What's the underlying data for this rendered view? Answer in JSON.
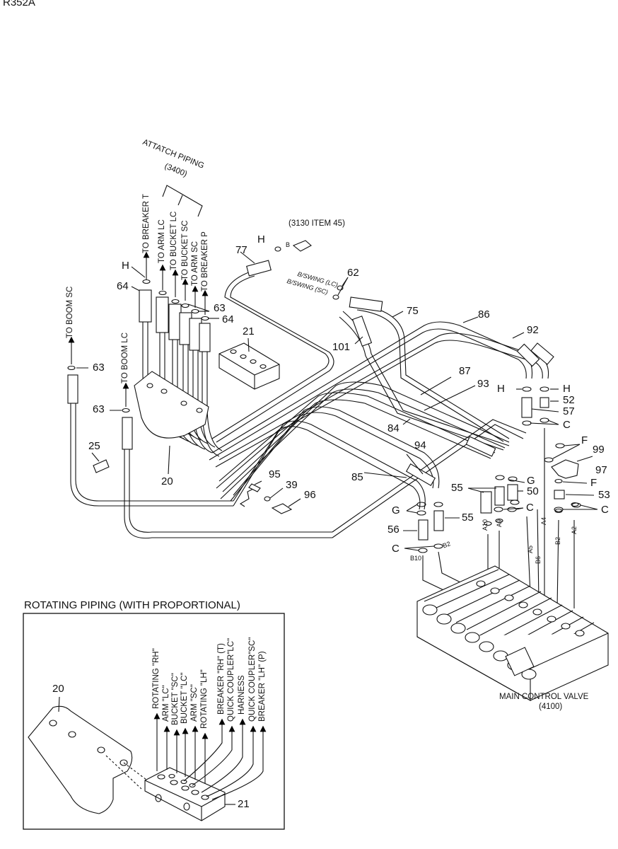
{
  "header": {
    "model": "R352A",
    "title_fragment": ""
  },
  "attach_piping": {
    "title": "ATTATCH PIPING",
    "ref": "(3400)"
  },
  "ref_3130": "(3130 ITEM 45)",
  "vertical_labels": {
    "to_breaker_t": "TO BREAKER T",
    "to_arm_lc": "TO ARM LC",
    "to_bucket_lc": "TO BUCKET LC",
    "to_bucket_sc": "TO BUCKET SC",
    "to_arm_sc": "TO ARM SC",
    "to_breaker_p": "TO BREAKER P",
    "to_boom_sc": "TO BOOM SC",
    "to_boom_lc": "TO BOOM LC"
  },
  "swing_labels": {
    "b_swing_lc": "B/SWING (LC)",
    "b_swing_sc": "B/SWING (SC)"
  },
  "callouts": {
    "n77": "77",
    "h1": "H",
    "b_small": "B",
    "n62": "62",
    "n75": "75",
    "n86": "86",
    "n92": "92",
    "h_left": "H",
    "n64a": "64",
    "n63a": "63",
    "n64b": "64",
    "n21": "21",
    "n101": "101",
    "n63c": "63",
    "n63d": "63",
    "n25": "25",
    "n20": "20",
    "n87": "87",
    "n93": "93",
    "n84": "84",
    "n94": "94",
    "n85": "85",
    "h_r1": "H",
    "h_r2": "H",
    "n52": "52",
    "n57": "57",
    "c1": "C",
    "f1": "F",
    "n99": "99",
    "n97": "97",
    "f2": "F",
    "n53": "53",
    "c2": "C",
    "n95": "95",
    "n39": "39",
    "n96": "96",
    "n55a": "55",
    "g1": "G",
    "n50": "50",
    "g2": "G",
    "c3": "C",
    "n55b": "55",
    "n56": "56",
    "c4": "C"
  },
  "port_labels": {
    "a10": "A10",
    "a9": "A9",
    "a4": "A4",
    "a5": "A5",
    "b6": "B6",
    "b2r": "B2",
    "a2": "A2",
    "b2l": "B2",
    "b10": "B10"
  },
  "main_valve": {
    "title": "MAIN CONTROL VALVE",
    "ref": "(4100)"
  },
  "inset": {
    "title": "ROTATING PIPING (WITH PROPORTIONAL)",
    "part_20": "20",
    "part_21": "21",
    "labels": [
      "ROTATING \"RH\"",
      "ARM \"LC\"",
      "BUCKET \"SC\"",
      "BUCKET \"LC\"",
      "ARM \"SC\"",
      "ROTATING \"LH\"",
      "BREAKER \"RH\" (T)",
      "QUICK COUPLER\"LC\"",
      "HARNESS",
      "QUICK COUPLER\"SC\"",
      "BREAKER \"LH\" (P)"
    ]
  }
}
